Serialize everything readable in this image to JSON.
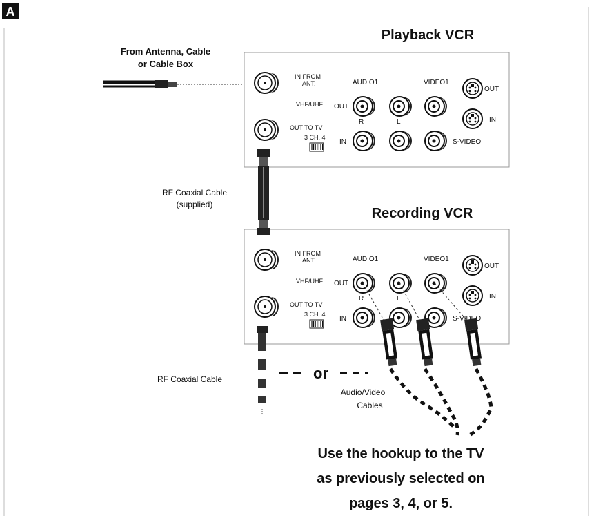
{
  "badge": "A",
  "source_label": [
    "From Antenna, Cable",
    "or Cable Box"
  ],
  "playback_title": "Playback VCR",
  "recording_title": "Recording VCR",
  "vcr_panel": {
    "in_from_ant": [
      "IN FROM",
      "ANT."
    ],
    "vhf_uhf": "VHF/UHF",
    "out_to_tv": "OUT TO TV",
    "channel_switch": "3 CH. 4",
    "audio1": "AUDIO1",
    "video1": "VIDEO1",
    "out": "OUT",
    "in": "IN",
    "r": "R",
    "l": "L",
    "s_video": "S-VIDEO"
  },
  "rf_cable_supplied": [
    "RF Coaxial Cable",
    "(supplied)"
  ],
  "rf_cable": "RF Coaxial Cable",
  "or_text": "or",
  "av_cables": [
    "Audio/Video",
    "Cables"
  ],
  "footer": [
    "Use the hookup to the TV",
    "as previously selected on",
    "pages 3, 4, or 5."
  ]
}
